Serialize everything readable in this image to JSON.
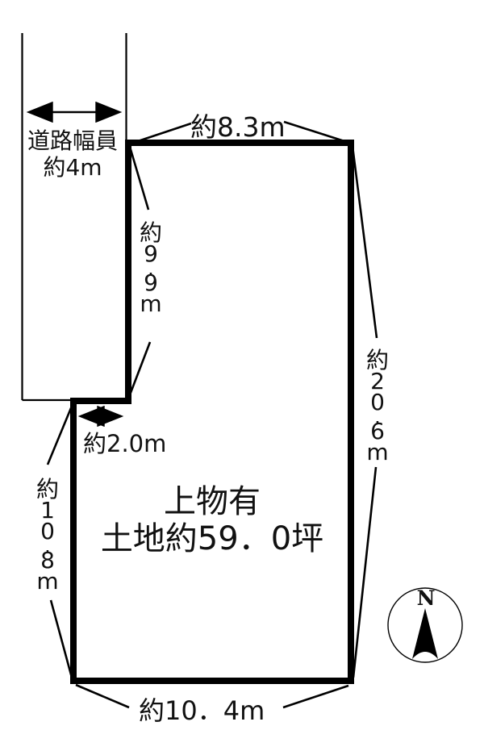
{
  "road": {
    "width_label_line1": "道路幅員",
    "width_label_line2": "約4m"
  },
  "dimensions": {
    "top": "約8.3m",
    "right": "約20.6m",
    "left_upper": "約9.9m",
    "notch": "約2.0m",
    "left_lower": "約10.8m",
    "bottom": "約10．4m"
  },
  "plot": {
    "label_line1": "上物有",
    "label_line2": "土地約59．0坪"
  },
  "compass": {
    "north_label": "N"
  },
  "colors": {
    "line": "#000000",
    "background": "#ffffff"
  }
}
